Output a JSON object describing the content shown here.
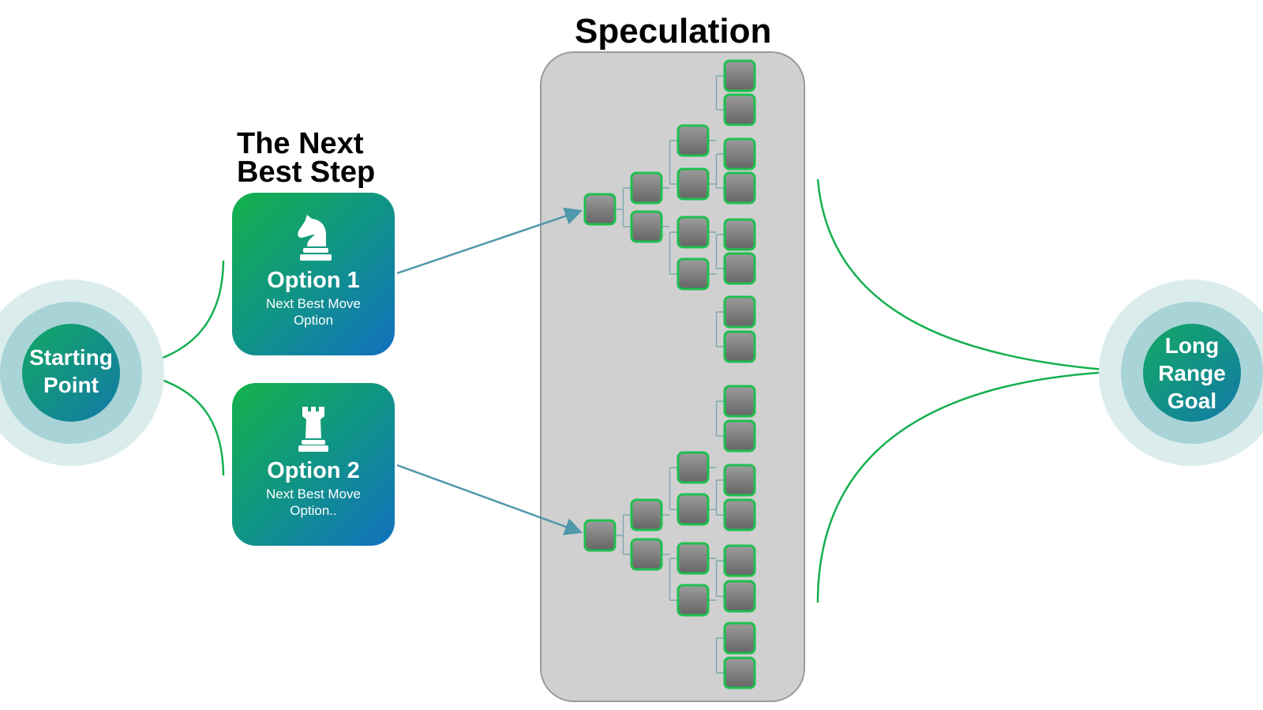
{
  "speculation": {
    "title": "Speculation"
  },
  "next_best_step": {
    "title_line1": "The Next",
    "title_line2": "Best Step"
  },
  "start": {
    "line1": "Starting",
    "line2": "Point"
  },
  "goal": {
    "line1": "Long",
    "line2": "Range",
    "line3": "Goal"
  },
  "options": [
    {
      "title": "Option 1",
      "sub1": "Next Best Move",
      "sub2": "Option",
      "icon": "chess-knight-icon"
    },
    {
      "title": "Option 2",
      "sub1": "Next Best Move",
      "sub2": "Option..",
      "icon": "chess-rook-icon"
    }
  ],
  "colors": {
    "card_gradient": [
      "#14b24a",
      "#10918c",
      "#1270bf"
    ],
    "node_border": "#1ec04e",
    "panel_fill": "#d0d0d0",
    "curve_green": "#14b04e",
    "arrow_blue": "#4f97ab"
  }
}
